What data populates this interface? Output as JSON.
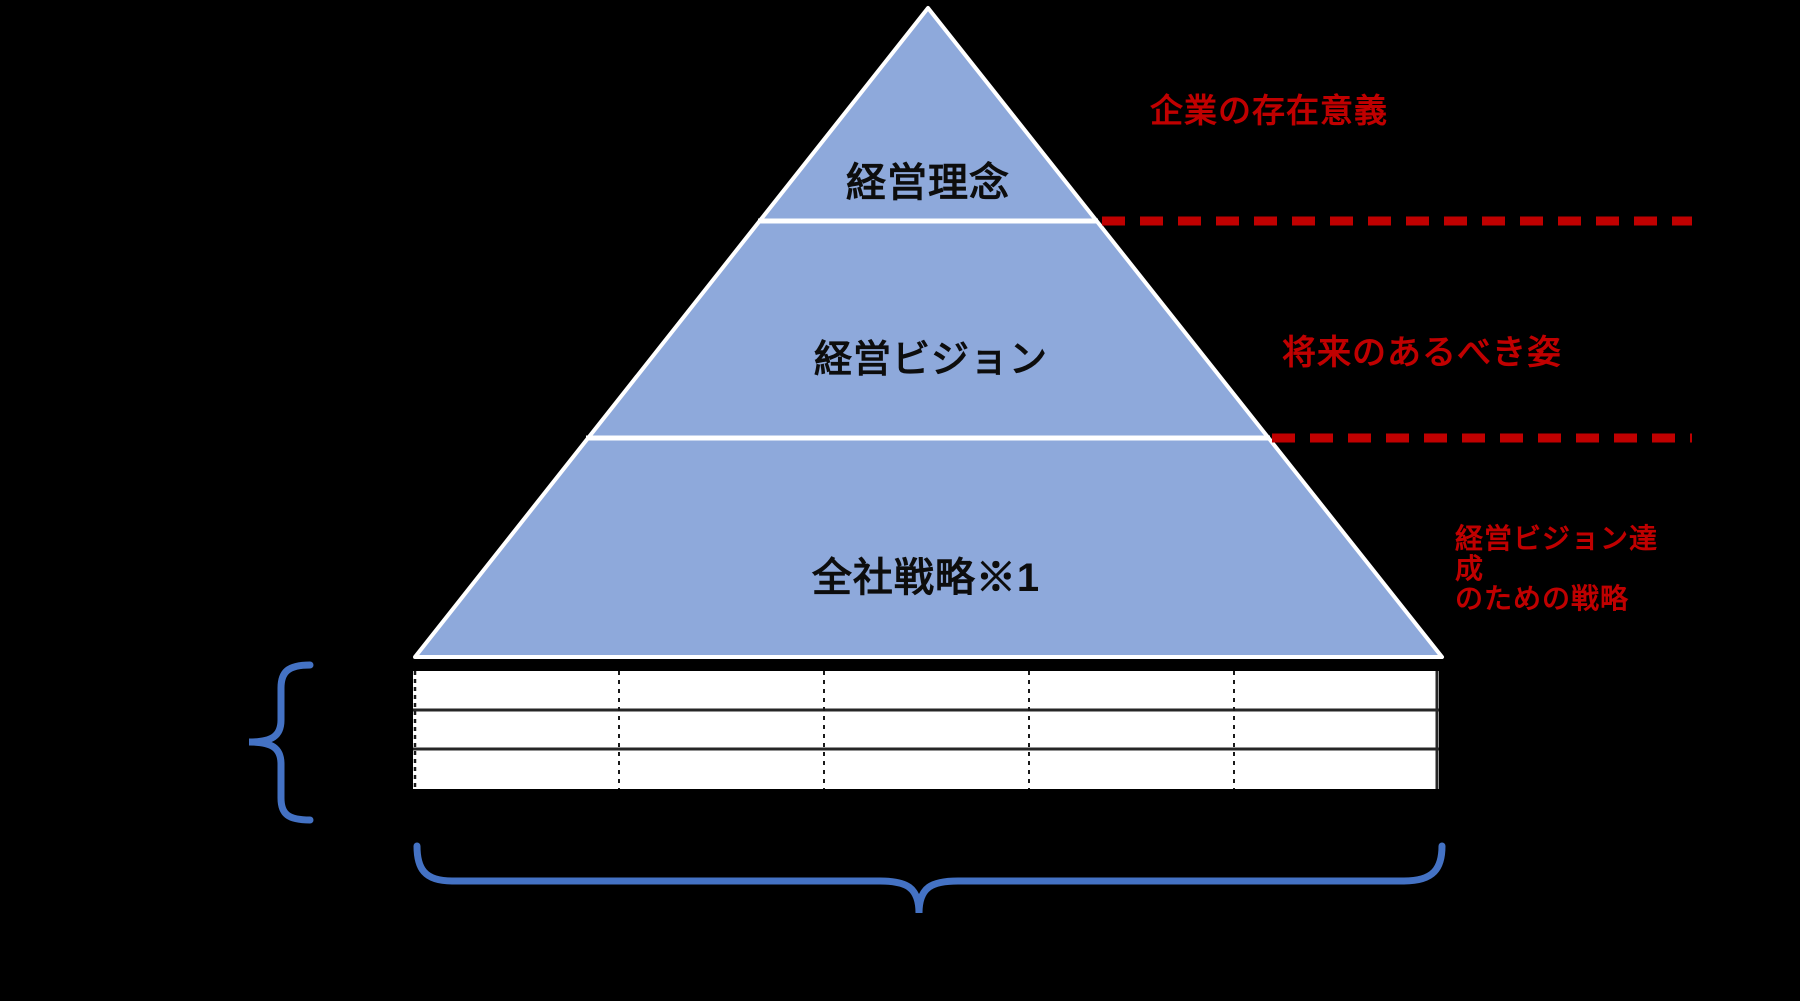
{
  "diagram": {
    "type": "pyramid-strategy-diagram",
    "background_color": "#000000",
    "pyramid": {
      "fill_color": "#8EA9DB",
      "outline_color": "#FFFFFF",
      "levels": [
        {
          "label": "経営理念",
          "annotation": "企業の存在意義"
        },
        {
          "label": "経営ビジョン",
          "annotation": "将来のあるべき姿"
        },
        {
          "label": "全社戦略※1",
          "annotation_lines": [
            "経営ビジョン達成",
            "のための戦略"
          ]
        }
      ]
    },
    "annotation_color": "#C00000",
    "dashed_separator_color": "#C00000",
    "brace_color": "#4472C4",
    "table": {
      "columns": 5,
      "rows": 3,
      "cell_fill": "#FFFFFF",
      "cells_text": ""
    }
  }
}
